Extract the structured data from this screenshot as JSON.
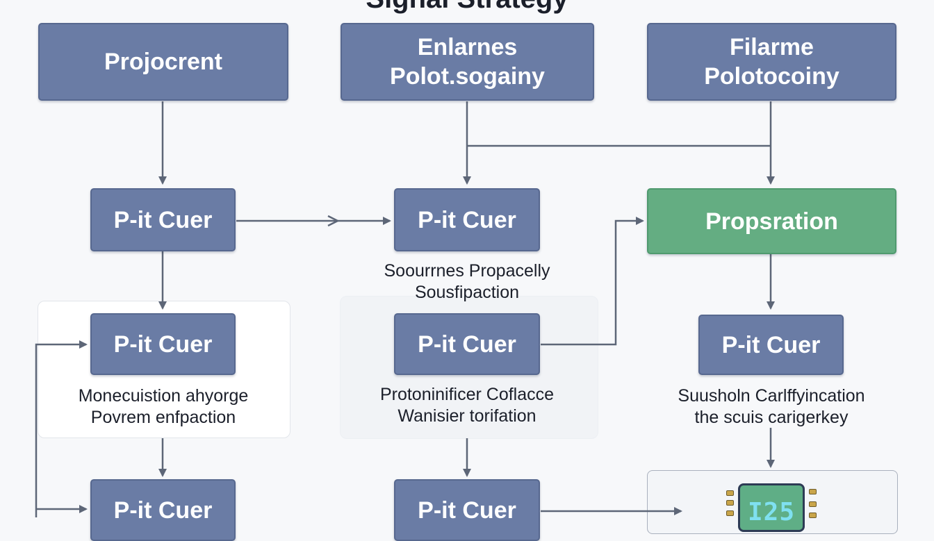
{
  "title": "Signal Strategy",
  "top_row": {
    "left": "Projocrent",
    "center": [
      "Enlarnes",
      "Polot.sogainy"
    ],
    "right": [
      "Filarme",
      "Polotocoiny"
    ]
  },
  "second_row": {
    "left": "P-it Cuer",
    "center": "P-it Cuer",
    "center_caption": [
      "Soourrnes Propacelly",
      "Sousfipaction"
    ],
    "right": "Propsration"
  },
  "third_row": {
    "left": "P-it Cuer",
    "left_caption": [
      "Monecuistion ahyorge",
      "Povrem enfpaction"
    ],
    "center": "P-it Cuer",
    "center_caption": [
      "Protoninificer Coflacce",
      "Wanisier torifation"
    ],
    "right": "P-it Cuer",
    "right_caption": [
      "Suusholn Carlffyincation",
      "the scuis carigerkey"
    ]
  },
  "bottom_row": {
    "left": "P-it Cuer",
    "center": "P-it Cuer",
    "chip_value": "I25"
  },
  "colors": {
    "box_blue": "#6a7ca5",
    "box_green": "#64ad82",
    "connector": "#5d6677",
    "background": "#f7f8fa"
  }
}
